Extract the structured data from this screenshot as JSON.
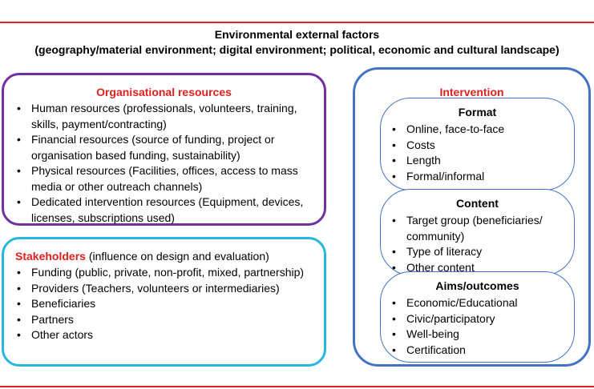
{
  "header": {
    "line1": "Environmental external factors",
    "line2": "(geography/material environment; digital environment; political, economic and cultural landscape)"
  },
  "organisational": {
    "title": "Organisational resources",
    "items": [
      "Human resources (professionals, volunteers, training, skills, payment/contracting)",
      "Financial resources (source of funding, project or organisation based funding, sustainability)",
      "Physical resources (Facilities, offices, access to mass media or other outreach channels)",
      "Dedicated intervention resources (Equipment, devices, licenses, subscriptions used)"
    ]
  },
  "stakeholders": {
    "title": "Stakeholders",
    "subtitle": " (influence on design and evaluation)",
    "items": [
      "Funding (public, private, non-profit, mixed, partnership)",
      "Providers (Teachers, volunteers or intermediaries)",
      "Beneficiaries",
      "Partners",
      "Other actors"
    ]
  },
  "intervention": {
    "title": "Intervention",
    "format": {
      "title": "Format",
      "items": [
        "Online, face-to-face",
        "Costs",
        "Length",
        "Formal/informal"
      ]
    },
    "content": {
      "title": "Content",
      "items": [
        "Target group (beneficiaries/ community)",
        "Type of literacy",
        "Other content"
      ]
    },
    "aims": {
      "title": "Aims/outcomes",
      "items": [
        "Economic/Educational",
        "Civic/participatory",
        "Well-being",
        "Certification"
      ]
    }
  },
  "colors": {
    "rule": "#e02020",
    "title_red": "#e02020",
    "organisational_border": "#7030a0",
    "stakeholders_border": "#27b6e0",
    "intervention_border": "#4472c4"
  }
}
